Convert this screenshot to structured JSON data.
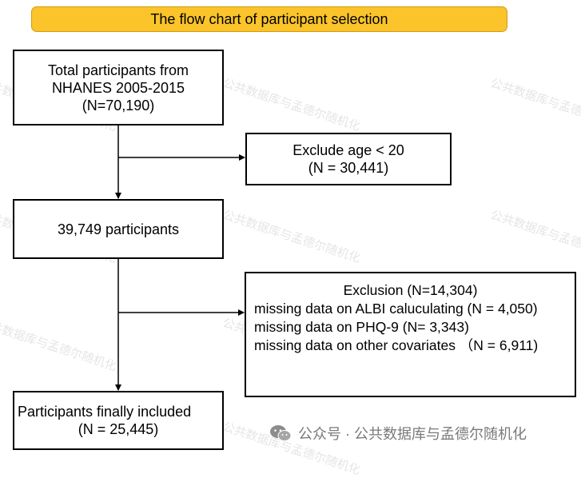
{
  "banner": {
    "title": "The flow chart of participant selection"
  },
  "boxes": {
    "total": {
      "lines": [
        "Total participants from",
        "NHANES 2005-2015",
        "(N=70,190)"
      ]
    },
    "exclude_age": {
      "lines": [
        "Exclude age < 20",
        "(N = 30,441)"
      ]
    },
    "remaining": {
      "lines": [
        "39,749 participants"
      ]
    },
    "exclusion": {
      "header": "Exclusion (N=14,304)",
      "items": [
        "missing data on ALBI caluculating (N = 4,050)",
        "missing data on PHQ-9 (N= 3,343)",
        "missing data on other covariates （N = 6,911)"
      ]
    },
    "final": {
      "lines": [
        "Participants finally included",
        "(N = 25,445)"
      ]
    }
  },
  "watermark": {
    "text": "公共数据库与孟德尔随机化"
  },
  "footer": {
    "credit": "公众号 · 公共数据库与孟德尔随机化"
  },
  "colors": {
    "banner_fill": "#fac42a",
    "banner_border": "#d49a10",
    "box_border": "#000000",
    "watermark": "#a0a0a0",
    "footer_text": "#7a7a7a"
  },
  "icons": {
    "footer": "wechat-icon"
  }
}
